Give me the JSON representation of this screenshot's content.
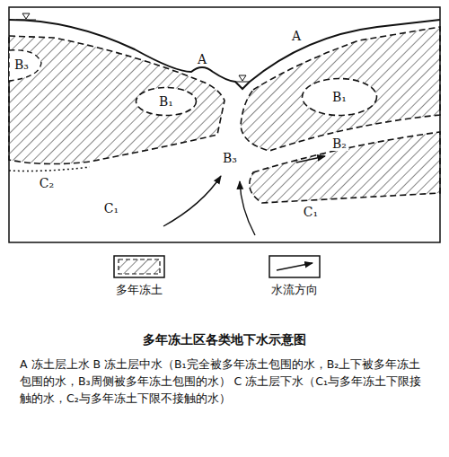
{
  "diagram": {
    "title": "多年冻土区各类地下水示意图",
    "caption": "A 冻土层上水 B 冻土层中水（B₁完全被多年冻土包围的水，B₂上下被多年冻土包围的水，B₃周侧被多年冻土包围的水） C 冻土层下水（C₁与多年冻土下限接触的水，C₂与多年冻土下限不接触的水）",
    "nodes": [
      {
        "text": [
          "B₁"
        ]
      },
      {
        "text": [
          "B₁"
        ]
      }
    ],
    "labels": [
      "B₃",
      "A",
      "A",
      "B₂",
      "B₃",
      "C₂",
      "C₁",
      "C₁"
    ],
    "legend": [
      {
        "text": "多年冻土"
      },
      {
        "text": "水流方向"
      }
    ]
  }
}
